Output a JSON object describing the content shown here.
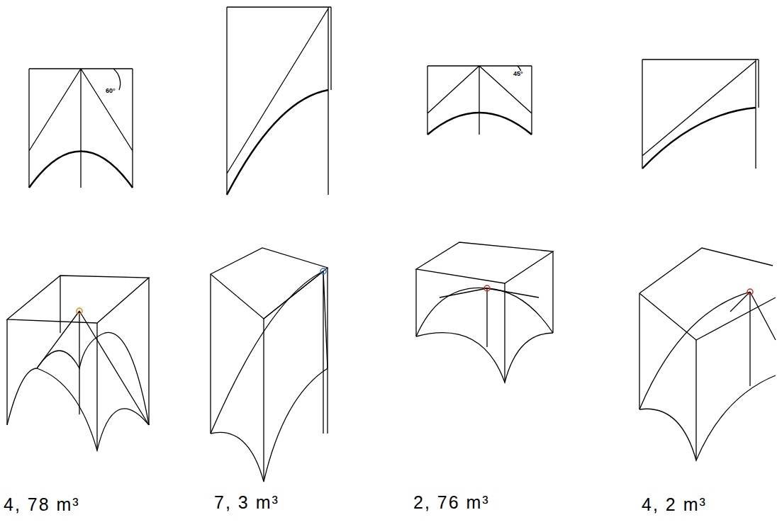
{
  "diagram": {
    "labels": [
      "60°",
      "45°",
      "4, 78 m³",
      "7, 3 m³",
      "2, 76 m³",
      "4, 2 m³"
    ]
  }
}
